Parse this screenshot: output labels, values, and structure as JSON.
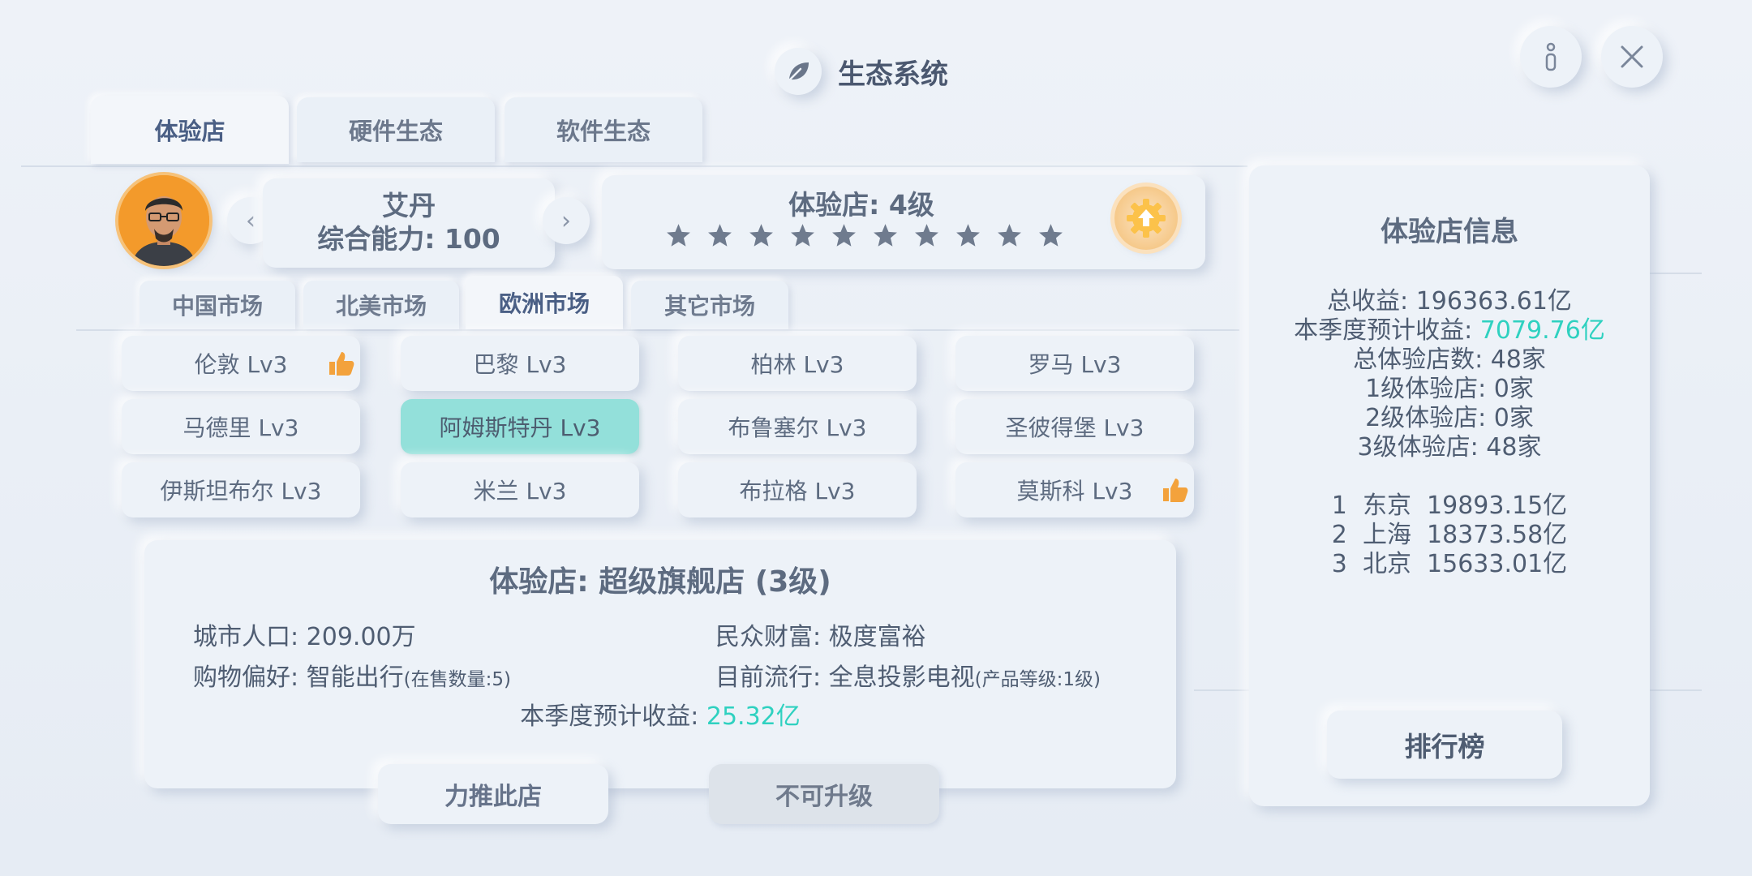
{
  "header": {
    "title": "生态系统"
  },
  "tabs": [
    {
      "label": "体验店",
      "active": true
    },
    {
      "label": "硬件生态",
      "active": false
    },
    {
      "label": "软件生态",
      "active": false
    }
  ],
  "manager": {
    "name": "艾丹",
    "ability": "综合能力: 100"
  },
  "store_level": {
    "title": "体验店: 4级",
    "stars": 10
  },
  "markets": [
    {
      "label": "中国市场",
      "active": false
    },
    {
      "label": "北美市场",
      "active": false
    },
    {
      "label": "欧洲市场",
      "active": true
    },
    {
      "label": "其它市场",
      "active": false
    }
  ],
  "cities": [
    {
      "label": "伦敦 Lv3",
      "thumb": true,
      "selected": false
    },
    {
      "label": "巴黎 Lv3",
      "thumb": false,
      "selected": false
    },
    {
      "label": "柏林 Lv3",
      "thumb": false,
      "selected": false
    },
    {
      "label": "罗马 Lv3",
      "thumb": false,
      "selected": false
    },
    {
      "label": "马德里 Lv3",
      "thumb": false,
      "selected": false
    },
    {
      "label": "阿姆斯特丹 Lv3",
      "thumb": false,
      "selected": true
    },
    {
      "label": "布鲁塞尔 Lv3",
      "thumb": false,
      "selected": false
    },
    {
      "label": "圣彼得堡 Lv3",
      "thumb": false,
      "selected": false
    },
    {
      "label": "伊斯坦布尔 Lv3",
      "thumb": false,
      "selected": false
    },
    {
      "label": "米兰 Lv3",
      "thumb": false,
      "selected": false
    },
    {
      "label": "布拉格 Lv3",
      "thumb": false,
      "selected": false
    },
    {
      "label": "莫斯科 Lv3",
      "thumb": true,
      "selected": false
    }
  ],
  "detail": {
    "title": "体验店: 超级旗舰店 (3级)",
    "population": "城市人口: 209.00万",
    "wealth": "民众财富: 极度富裕",
    "preference": "购物偏好: 智能出行",
    "preference_note": "(在售数量:5)",
    "trend": "目前流行: 全息投影电视",
    "trend_note": "(产品等级:1级)",
    "revenue_label": "本季度预计收益: ",
    "revenue_value": "25.32亿"
  },
  "actions": {
    "boost": "力推此店",
    "upgrade": "不可升级"
  },
  "info": {
    "title": "体验店信息",
    "total_revenue": "总收益: 196363.61亿",
    "season_label": "本季度预计收益: ",
    "season_value": "7079.76亿",
    "store_count": "总体验店数: 48家",
    "level1": "1级体验店: 0家",
    "level2": "2级体验店: 0家",
    "level3": "3级体验店: 48家",
    "ranking": [
      "1  东京  19893.15亿",
      "2  上海  18373.58亿",
      "3  北京  15633.01亿"
    ],
    "rank_button": "排行榜"
  },
  "colors": {
    "accent": "#2fd1c0",
    "selected": "#93e0da",
    "thumb": "#f3a23c"
  }
}
